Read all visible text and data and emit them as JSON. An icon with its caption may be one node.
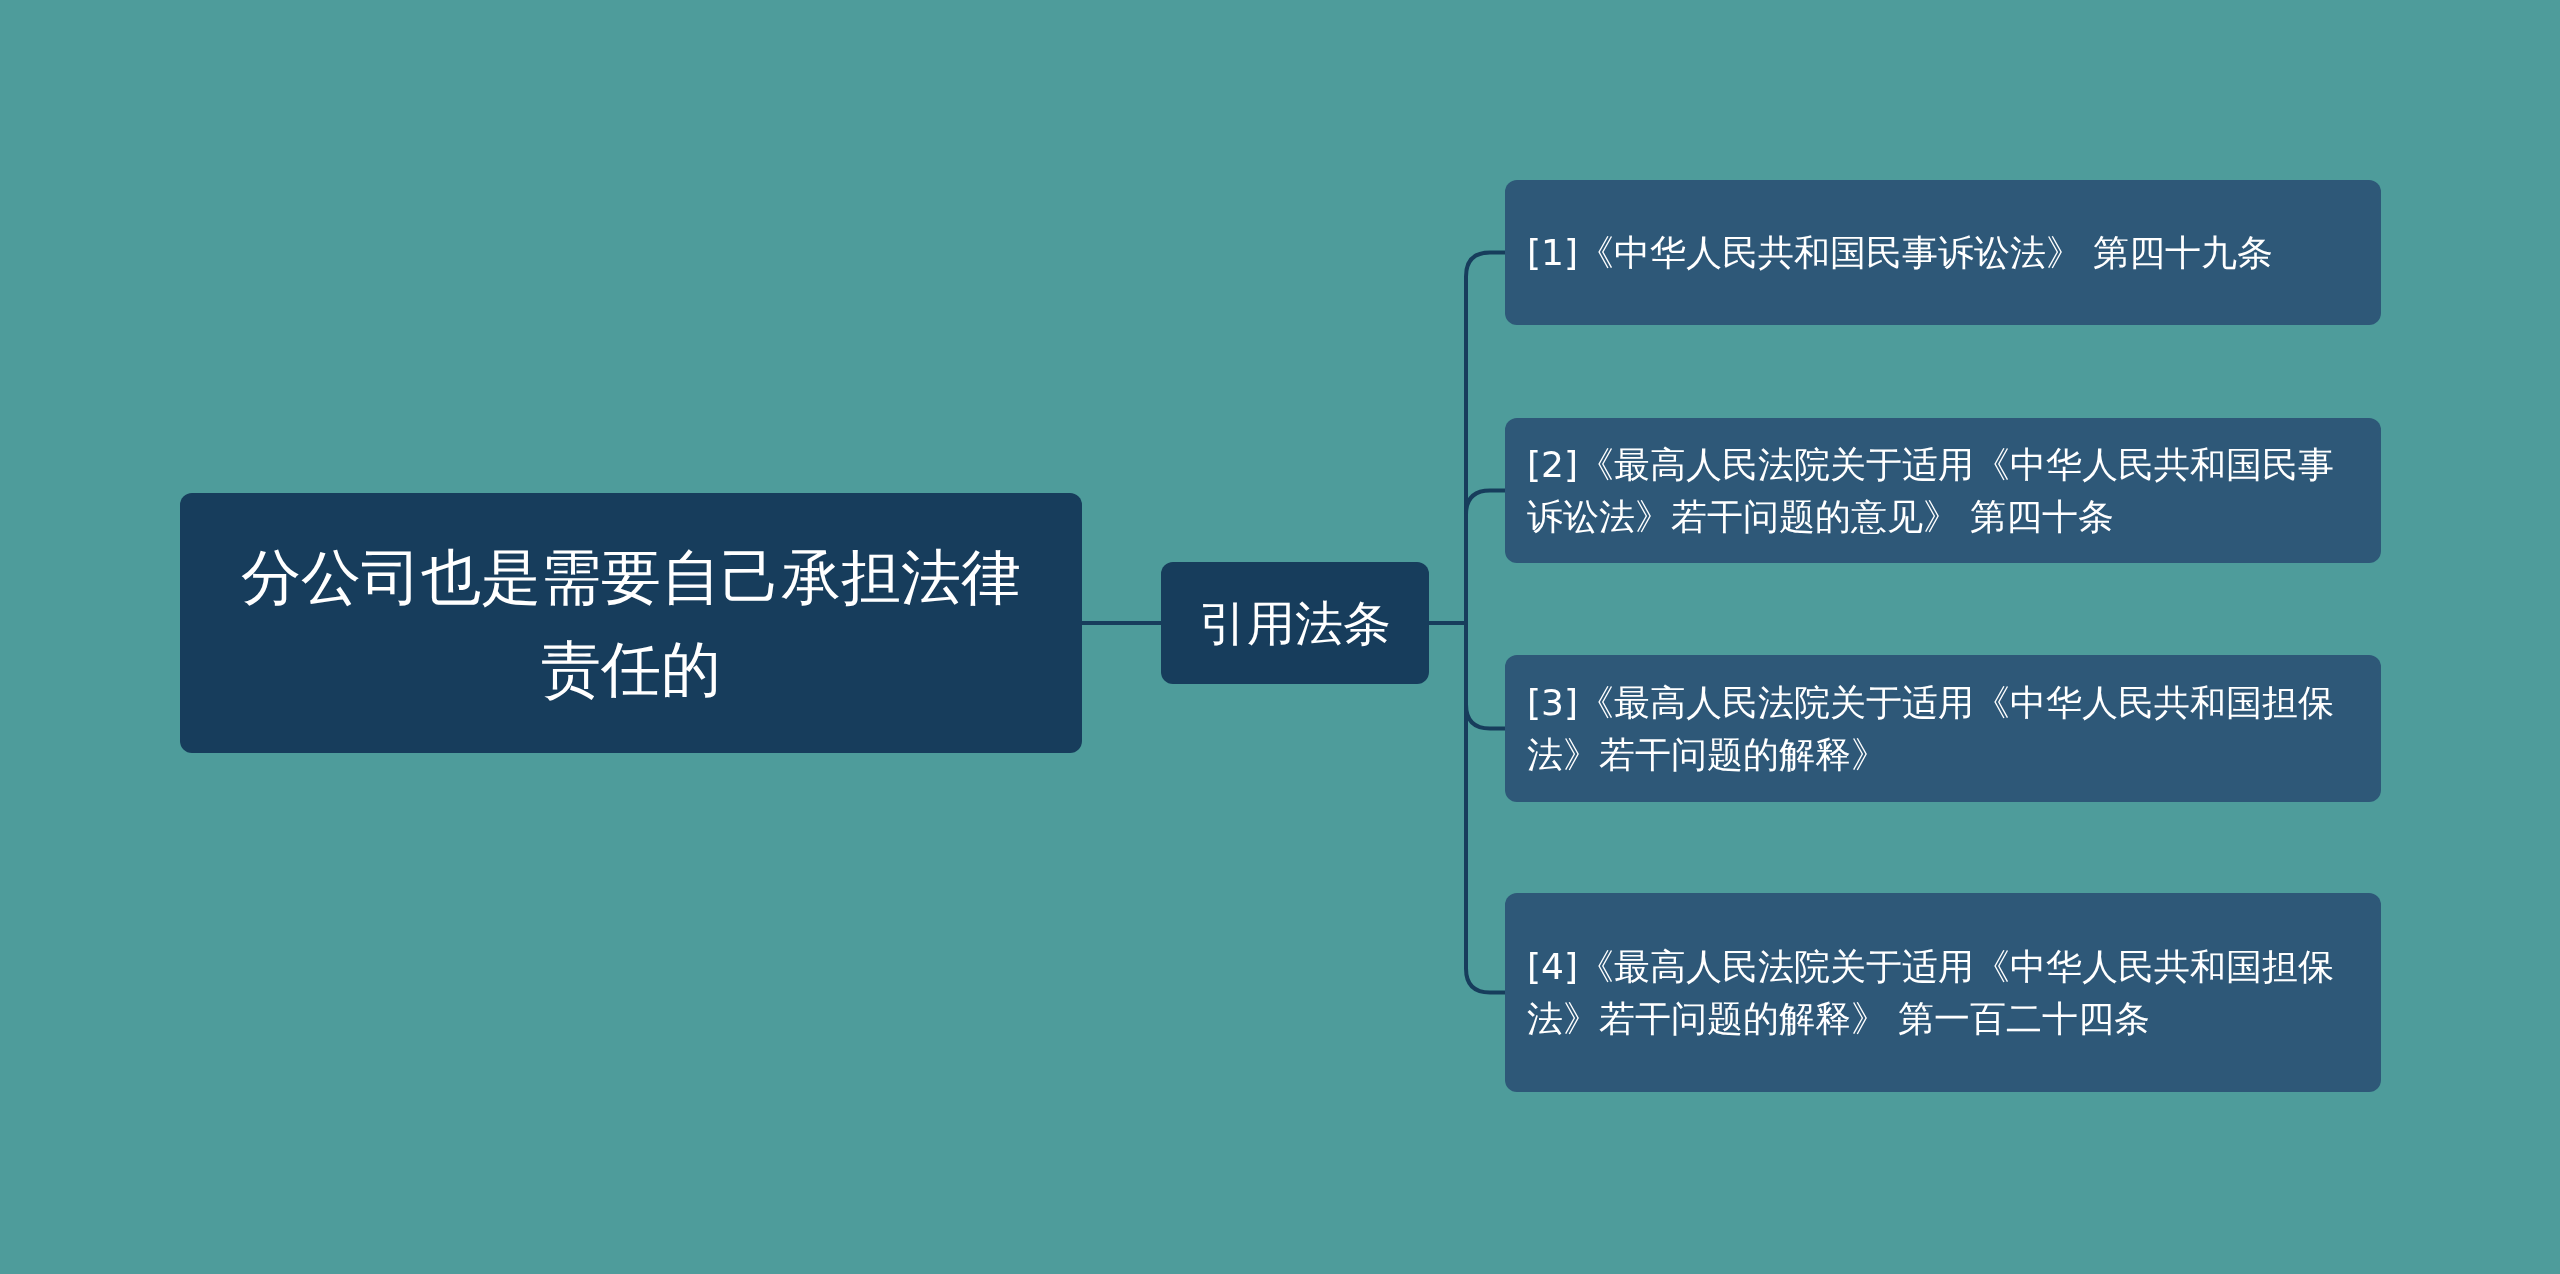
{
  "diagram": {
    "nodes": [
      {
        "text": [
          "分公司也是需要自己承担法律责任的"
        ]
      },
      {
        "text": [
          "引用法条"
        ]
      },
      {
        "text": [
          "[1]《中华人民共和国民事诉讼法》 第四十九条"
        ]
      },
      {
        "text": [
          "[2]《最高人民法院关于适用《中华人民共和国民事诉讼法》若干问题的意见》 第四十条"
        ]
      },
      {
        "text": [
          "[3]《最高人民法院关于适用《中华人民共和国担保法》若干问题的解释》"
        ]
      },
      {
        "text": [
          "[4]《最高人民法院关于适用《中华人民共和国担保法》若干问题的解释》 第一百二十四条"
        ]
      }
    ],
    "edges": [
      {
        "from": 0,
        "to": 1,
        "arrow": "none"
      },
      {
        "from": 1,
        "to": 2,
        "arrow": "none"
      },
      {
        "from": 1,
        "to": 3,
        "arrow": "none"
      },
      {
        "from": 1,
        "to": 4,
        "arrow": "none"
      },
      {
        "from": 1,
        "to": 5,
        "arrow": "none"
      }
    ]
  }
}
